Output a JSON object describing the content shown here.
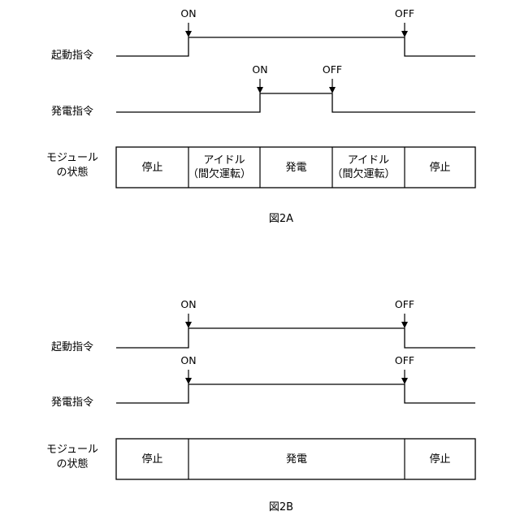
{
  "fig_a": {
    "caption": "図2A",
    "start_row_label": "起動指令",
    "gen_row_label": "発電指令",
    "state_row_label": [
      "モジュール",
      "の状態"
    ],
    "start_on": "ON",
    "start_off": "OFF",
    "gen_on": "ON",
    "gen_off": "OFF",
    "states": [
      {
        "label": "停止"
      },
      {
        "label": "アイドル",
        "sub": "（間欠運転）"
      },
      {
        "label": "発電"
      },
      {
        "label": "アイドル",
        "sub": "（間欠運転）"
      },
      {
        "label": "停止"
      }
    ]
  },
  "fig_b": {
    "caption": "図2B",
    "start_row_label": "起動指令",
    "gen_row_label": "発電指令",
    "state_row_label": [
      "モジュール",
      "の状態"
    ],
    "start_on": "ON",
    "start_off": "OFF",
    "gen_on": "ON",
    "gen_off": "OFF",
    "states": [
      {
        "label": "停止"
      },
      {
        "label": "発電"
      },
      {
        "label": "停止"
      }
    ]
  }
}
